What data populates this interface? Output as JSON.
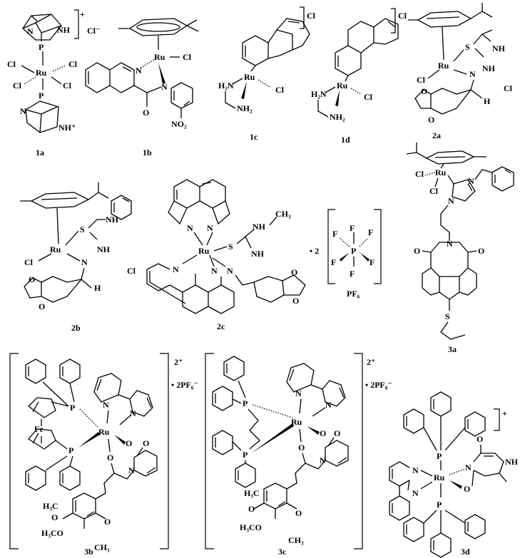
{
  "compounds": {
    "1a": {
      "label": "1a",
      "atoms": {
        "ru": "Ru",
        "p": "P",
        "cl": "Cl",
        "nh": "NH",
        "n": "N"
      },
      "charge": "+",
      "counterion": "Cl⁻",
      "protonated": "NH⁺"
    },
    "1b": {
      "label": "1b",
      "atoms": {
        "ru": "Ru",
        "cl": "Cl",
        "n": "N",
        "o": "O",
        "no2": "NO₂"
      }
    },
    "1c": {
      "label": "1c",
      "atoms": {
        "ru": "Ru",
        "cl": "Cl",
        "h2n": "H₂N",
        "nh2": "NH₂"
      },
      "counterion": "Cl"
    },
    "1d": {
      "label": "1d",
      "atoms": {
        "ru": "Ru",
        "cl": "Cl",
        "h2n": "H₂N",
        "nh2": "NH₂"
      },
      "counterion": "Cl"
    },
    "2a": {
      "label": "2a",
      "atoms": {
        "ru": "Ru",
        "cl": "Cl",
        "s": "S",
        "nh": "NH",
        "n": "N",
        "h": "H",
        "o": "O"
      },
      "counterion": "Cl"
    },
    "2b": {
      "label": "2b",
      "atoms": {
        "ru": "Ru",
        "cl": "Cl",
        "s": "S",
        "nh": "NH",
        "n": "N",
        "h": "H",
        "o": "O"
      },
      "counterion": "Cl"
    },
    "2c": {
      "label": "2c",
      "atoms": {
        "ru": "Ru",
        "s": "S",
        "nh": "NH",
        "n": "N",
        "ch3": "CH₃",
        "o": "O"
      },
      "counterion_prefix": "• 2",
      "counterion": "PF₆",
      "pf6_atoms": {
        "p": "P",
        "f": "F"
      }
    },
    "3a": {
      "label": "3a",
      "atoms": {
        "ru": "Ru",
        "cl": "Cl",
        "n": "N",
        "o": "O",
        "s": "S"
      }
    },
    "3b": {
      "label": "3b",
      "atoms": {
        "ru": "Ru",
        "p": "P",
        "fe": "Fe",
        "n": "N",
        "o": "O",
        "h3c": "H₃C",
        "h3co": "H₃CO",
        "ch3": "CH₃"
      },
      "charge": "2⁺",
      "counterion": "• 2PF₆⁻"
    },
    "3c": {
      "label": "3c",
      "atoms": {
        "ru": "Ru",
        "p": "P",
        "n": "N",
        "o": "O",
        "h3c": "H₃C",
        "h3co": "H₃CO",
        "ch3": "CH₃"
      },
      "charge": "2⁺",
      "counterion": "• 2PF₆⁻"
    },
    "3d": {
      "label": "3d",
      "atoms": {
        "ru": "Ru",
        "p": "P",
        "n": "N",
        "o": "O",
        "nh": "NH"
      },
      "charge": "+"
    }
  }
}
